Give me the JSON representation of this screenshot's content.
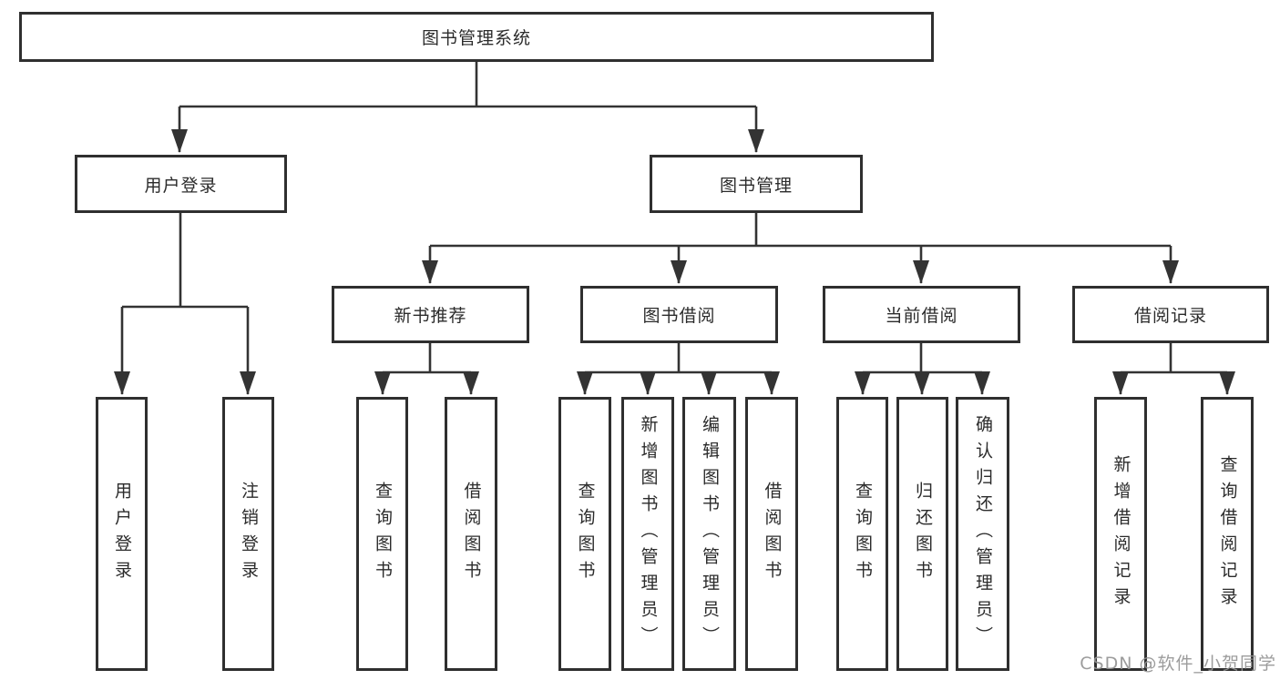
{
  "page": {
    "background": "#ffffff",
    "watermark": "CSDN @软件_小贺同学"
  },
  "colors": {
    "line": "#333333",
    "box_border": "#2f2f2f",
    "text": "#2b2b2b",
    "watermark_text": "#949494"
  },
  "tree": {
    "root": "图书管理系统",
    "level2": {
      "user_login_group": "用户登录",
      "book_mgmt_group": "图书管理"
    },
    "level3": {
      "new_book_recommend": "新书推荐",
      "book_borrow": "图书借阅",
      "current_borrow": "当前借阅",
      "borrow_records": "借阅记录"
    },
    "leaves": {
      "user_login": "用户登录",
      "logout": "注销登录",
      "nb_query_books": "查询图书",
      "nb_borrow_books": "借阅图书",
      "bb_query_books": "查询图书",
      "bb_add_books_admin": "新增图书（管理员）",
      "bb_edit_books_admin": "编辑图书（管理员）",
      "bb_borrow_books": "借阅图书",
      "cb_query_books": "查询图书",
      "cb_return_books": "归还图书",
      "cb_confirm_return_admin": "确认归还（管理员）",
      "br_add_record": "新增借阅记录",
      "br_query_record": "查询借阅记录"
    }
  }
}
